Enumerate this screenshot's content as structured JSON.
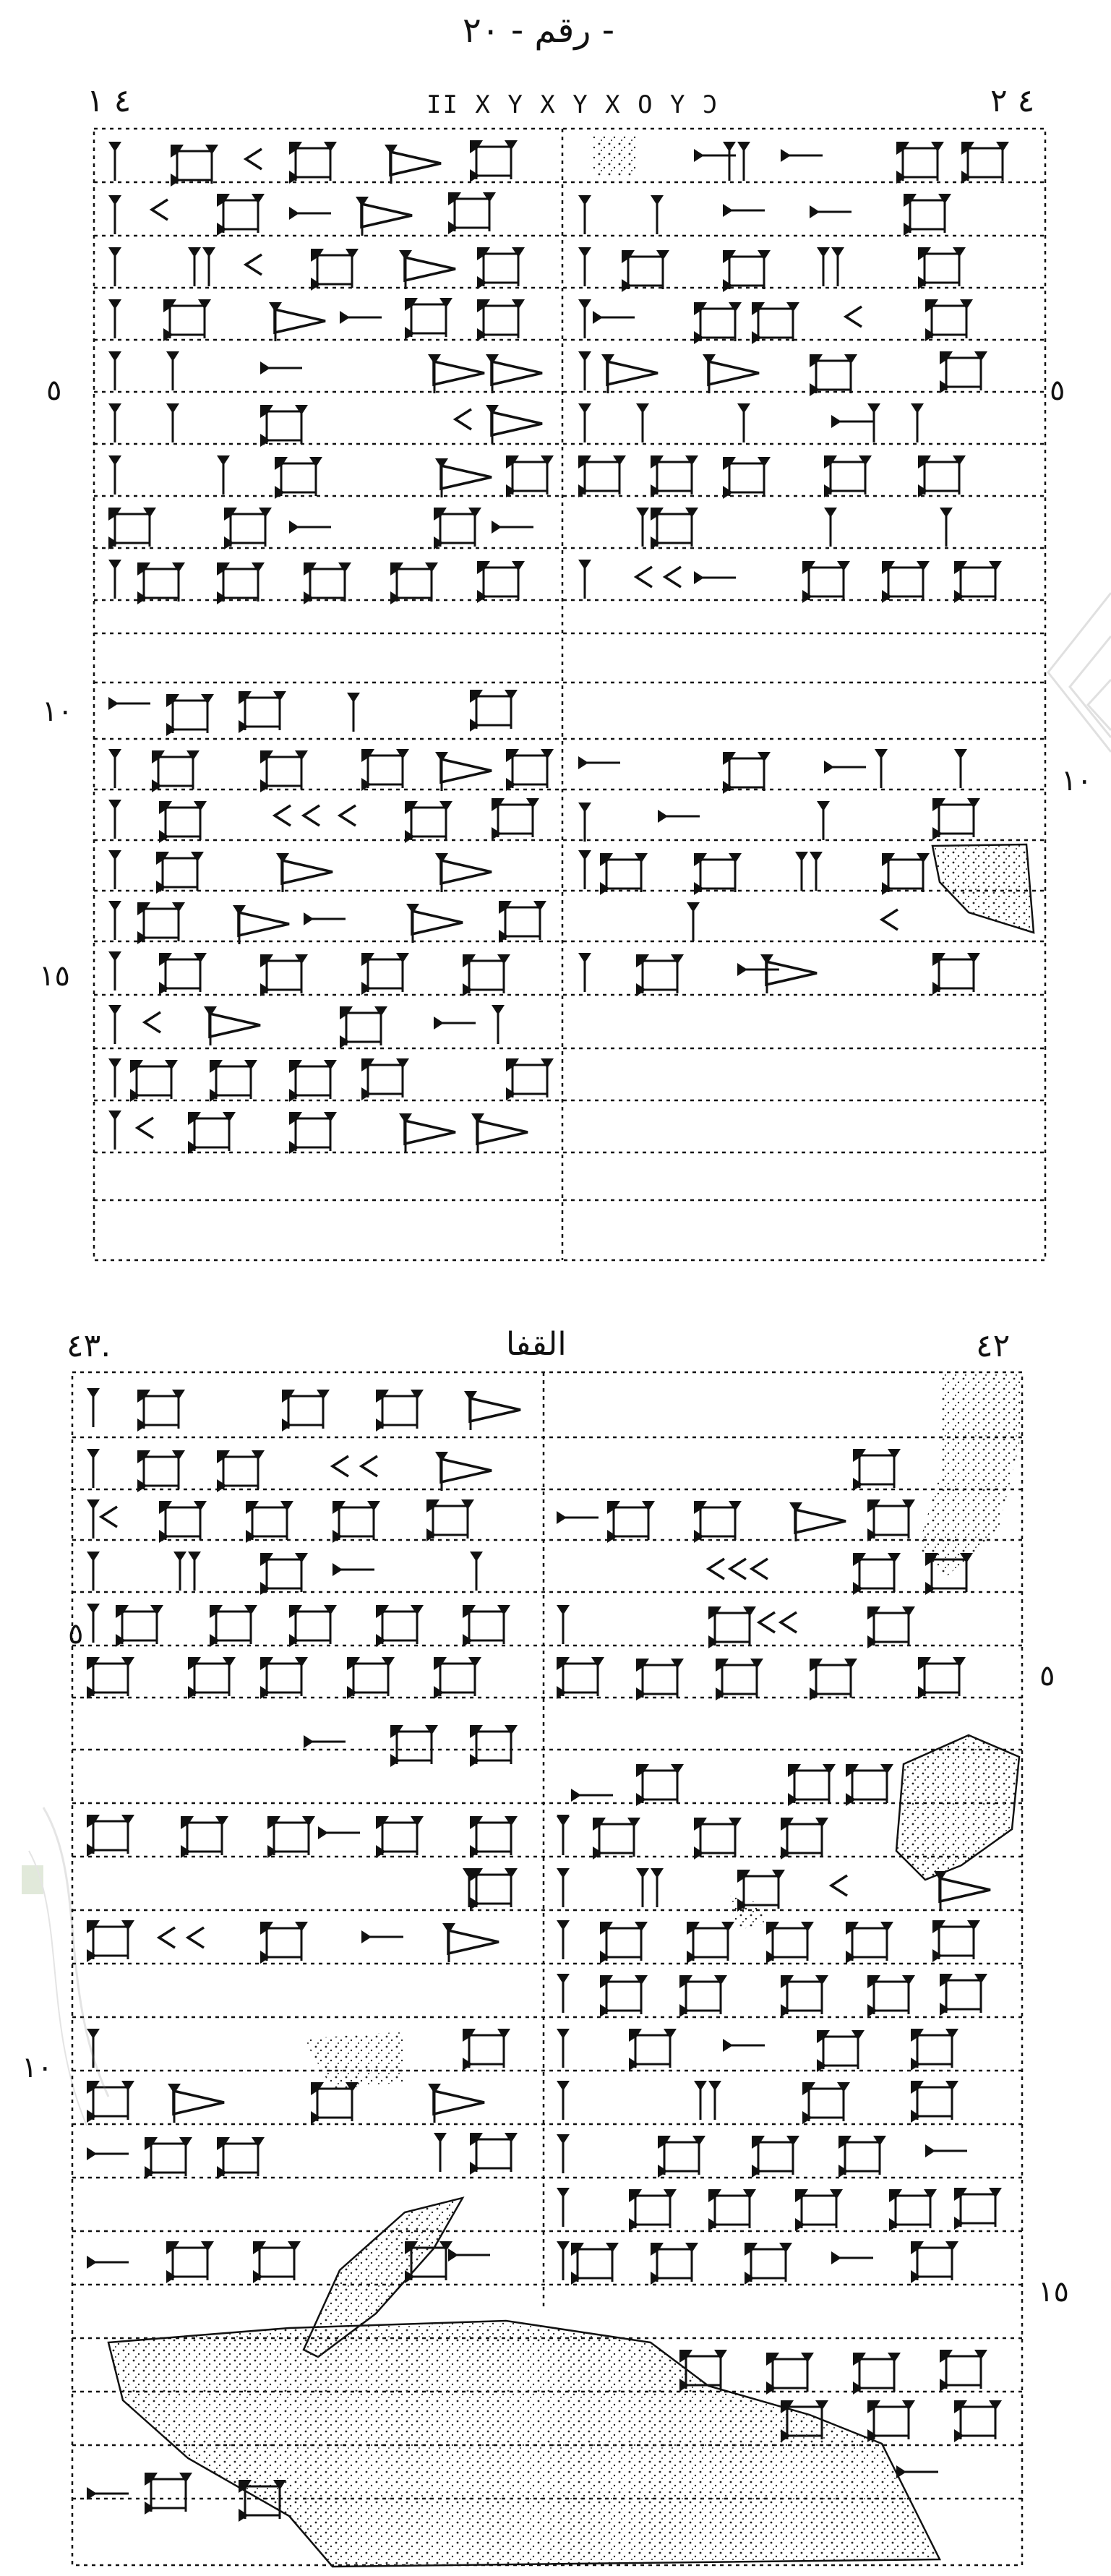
{
  "header": {
    "page_number": "رقم - ٢٠ -"
  },
  "tablet_one": {
    "left_id": "٤ ١",
    "right_id": "٤ ٢",
    "seal_text": "ΙΙ Χ Υ Χ Υ Χ Ο Υ Ͻ",
    "line_numbers": {
      "left_5": "٥",
      "right_5": "٥",
      "left_10": "١٠",
      "right_10": "١٠",
      "left_15": "١٥"
    }
  },
  "tablet_two": {
    "left_id": "٤٣.",
    "right_id": "٤٢",
    "title": "القفا",
    "line_numbers": {
      "left_5": "٥",
      "right_5": "٥",
      "left_10": "١٠",
      "right_15": "١٥"
    }
  },
  "colors": {
    "ink": "#111111",
    "paper": "#ffffff",
    "watermark": "#7aa05a"
  }
}
